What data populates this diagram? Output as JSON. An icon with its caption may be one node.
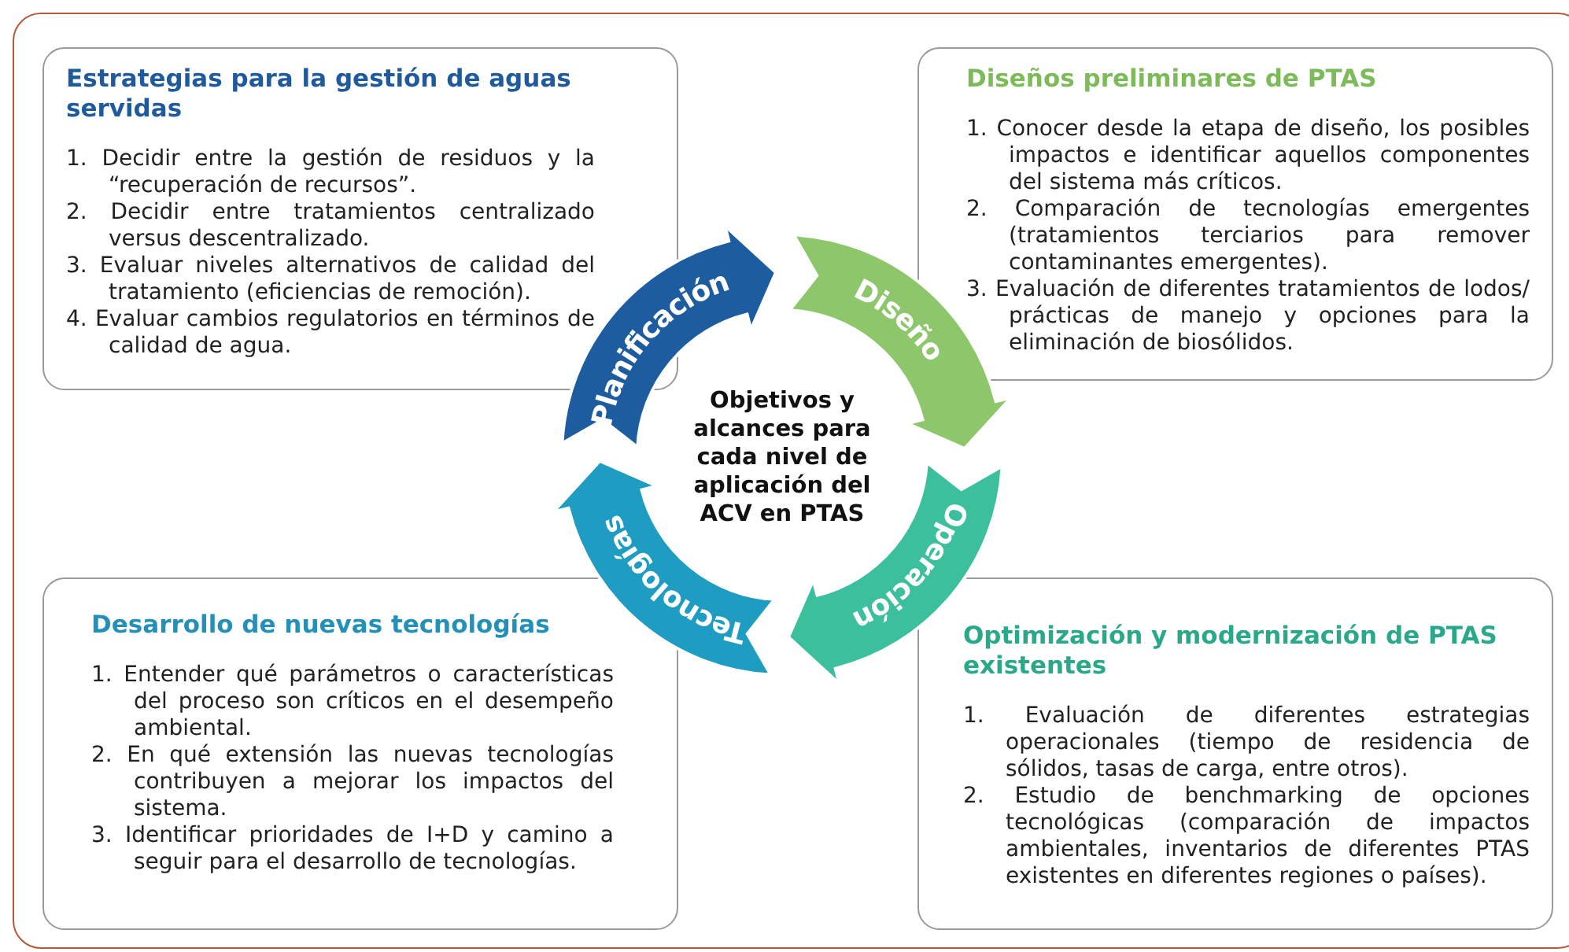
{
  "diagram": {
    "nodes": [
      {
        "text": [
          "Estrategias para la gestión de aguas servidas",
          "1. Decidir entre la gestión de residuos y la “recuperación de recursos”.",
          "2. Decidir entre tratamientos centralizado versus descentralizado.",
          "3. Evaluar niveles alternativos de calidad del tratamiento (eficiencias de remoción).",
          "4. Evaluar cambios regulatorios en términos de calidad de agua."
        ]
      },
      {
        "text": [
          "Diseños preliminares de PTAS",
          "1. Conocer desde la etapa de diseño, los posibles impactos e identificar aquellos componentes del sistema más críticos.",
          "2. Comparación de tecnologías emergentes (tratamientos terciarios para remover contaminantes emergentes).",
          "3. Evaluación de diferentes tratamientos de lodos/ prácticas de manejo y opciones para la eliminación de biosólidos."
        ]
      },
      {
        "text": [
          "Planificación"
        ]
      },
      {
        "text": [
          "Diseño"
        ]
      },
      {
        "text": [
          "Objetivos y alcances para cada nivel de aplicación del ACV en PTAS"
        ]
      },
      {
        "text": [
          "Tecnologías"
        ]
      },
      {
        "text": [
          "Operación"
        ]
      },
      {
        "text": [
          "Desarrollo de nuevas tecnologías",
          "1. Entender qué parámetros o características del proceso son críticos en el desempeño ambiental.",
          "2. En qué extensión las nuevas tecnologías contribuyen a mejorar los impactos del sistema.",
          "3. Identificar prioridades de I+D y camino a seguir para el desarrollo de tecnologías."
        ]
      },
      {
        "text": [
          "Optimización y modernización de PTAS existentes",
          "1. Evaluación de diferentes estrategias operacionales (tiempo de residencia de sólidos, tasas de carga, entre otros).",
          "2. Estudio de benchmarking de opciones tecnológicas (comparación de impactos ambientales, inventarios de diferentes PTAS existentes en diferentes regiones o países)."
        ]
      }
    ]
  }
}
